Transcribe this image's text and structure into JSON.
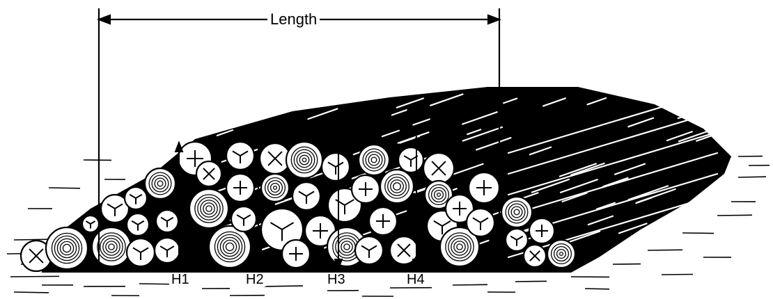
{
  "diagram": {
    "length_label": "Length",
    "height_labels": [
      "H1",
      "H2",
      "H3",
      "H4"
    ]
  },
  "colors": {
    "ink": "#000000",
    "paper": "#ffffff"
  }
}
